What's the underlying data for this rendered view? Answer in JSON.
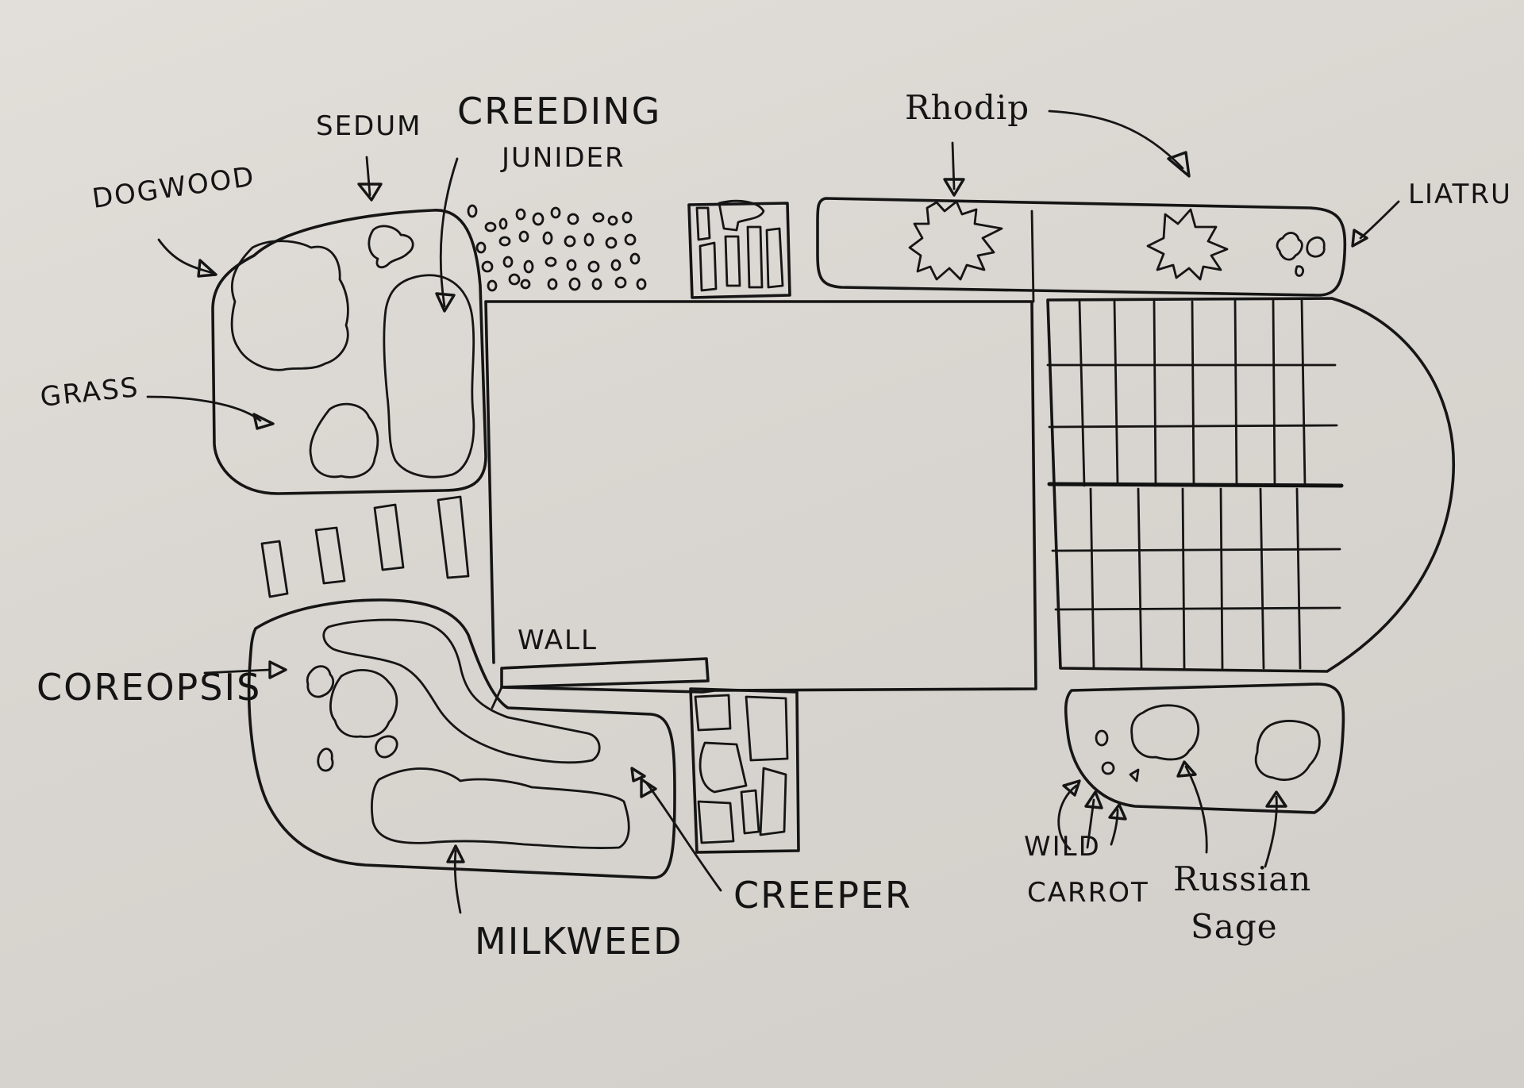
{
  "labels": {
    "dogwood": "DOGWOOD",
    "sedum": "SEDUM",
    "creeping": "CREEDING",
    "juniper": "JUNIDER",
    "grass": "GRASS",
    "rhodip": "Rhodip",
    "liatru": "LIATRU",
    "wall": "WALL",
    "coreopsis": "COREOPSIS",
    "milkweed": "MILKWEED",
    "creeper": "CREEPER",
    "wild": "WILD",
    "carrot": "CARROT",
    "russian": "Russian",
    "sage": "Sage"
  },
  "colors": {
    "ink": "#151515",
    "paper": "#dedad5"
  }
}
